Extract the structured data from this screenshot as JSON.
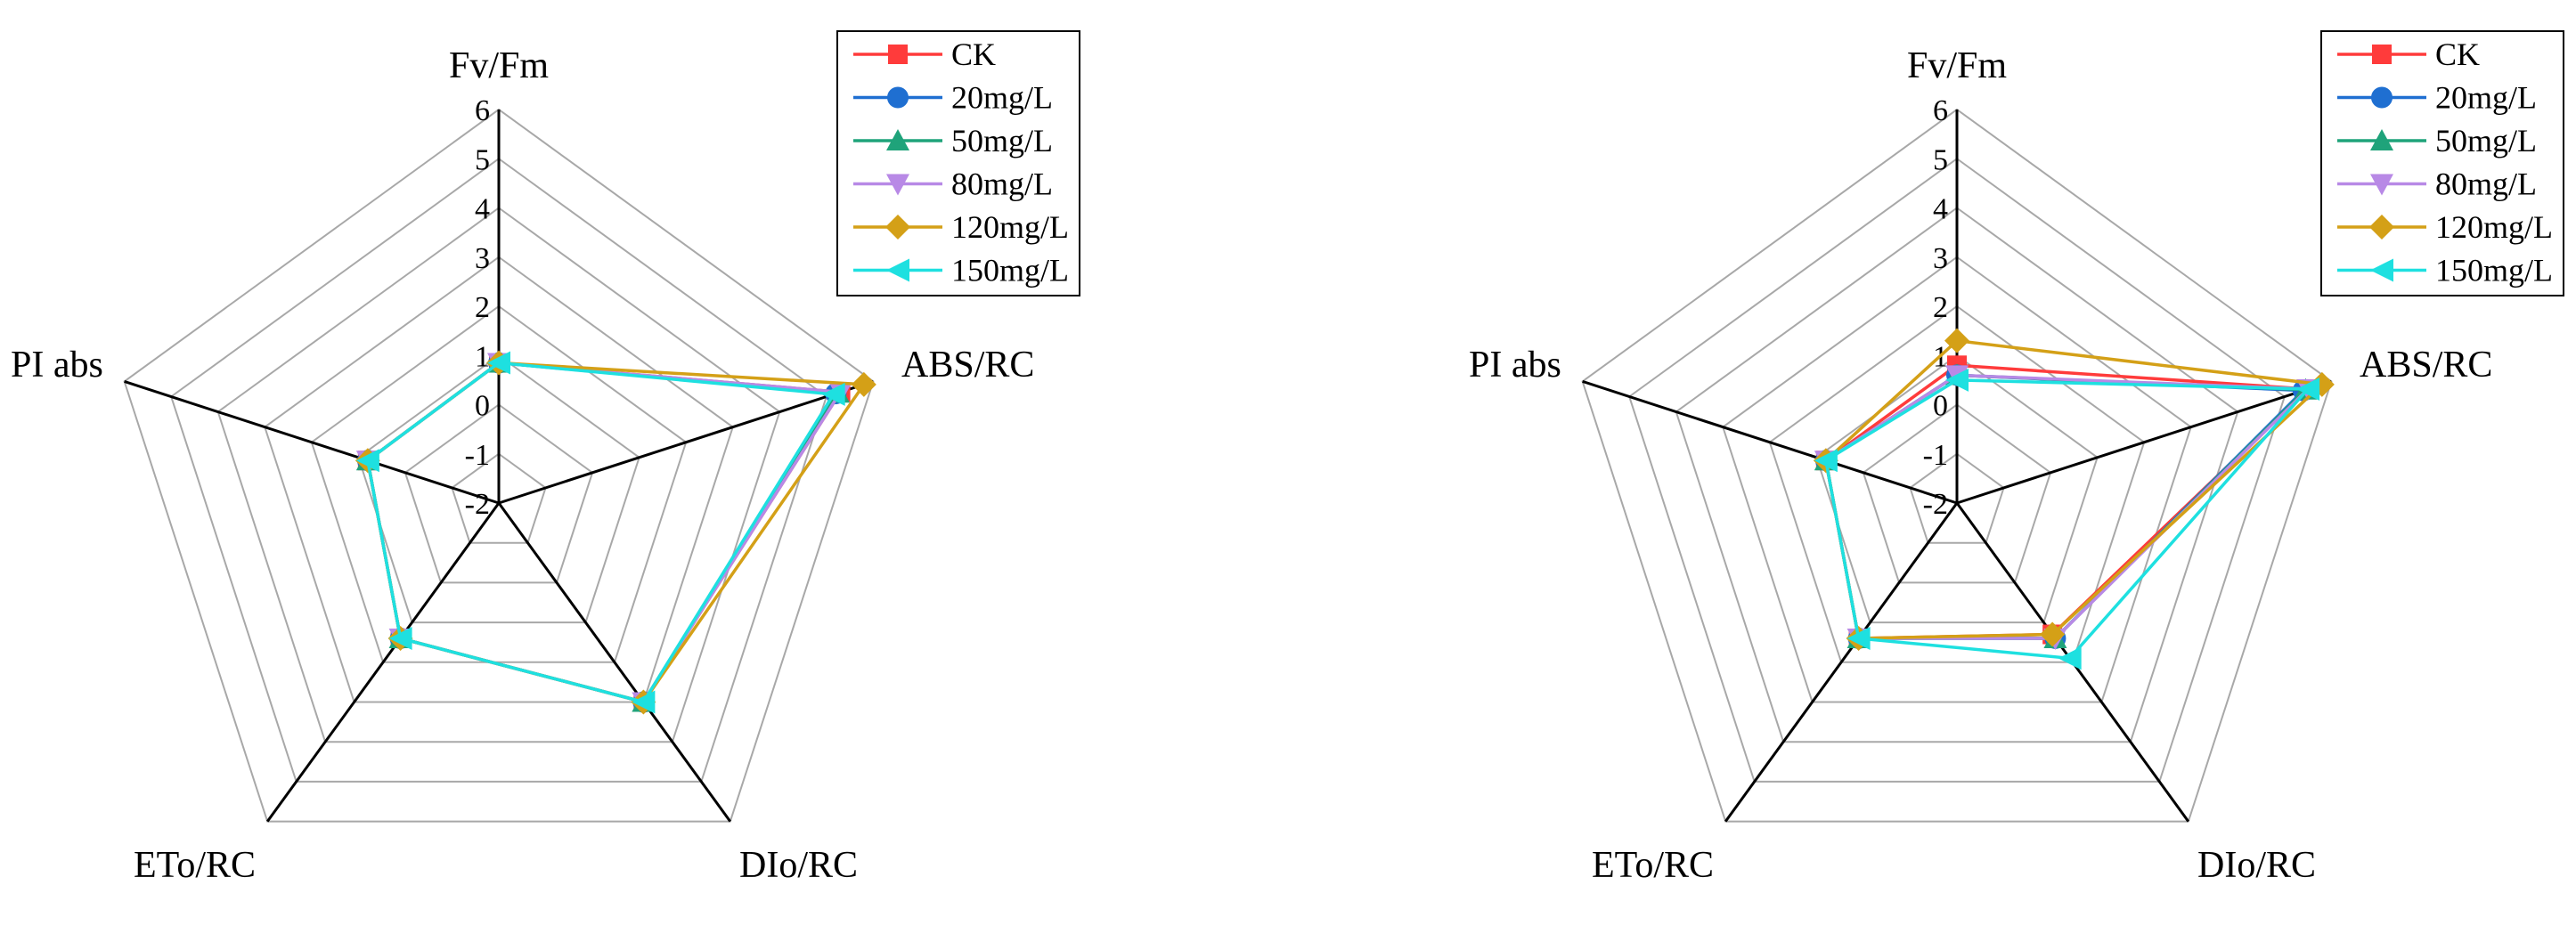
{
  "chart_data": [
    {
      "type": "radar",
      "title": "",
      "axes": [
        "Fv/Fm",
        "ABS/RC",
        "DIo/RC",
        "ETo/RC",
        "PI abs"
      ],
      "rlim": [
        -2,
        6
      ],
      "ticks": [
        "-2",
        "-1",
        "0",
        "1",
        "2",
        "3",
        "4",
        "5",
        "6"
      ],
      "grid": true,
      "legend": "top-right",
      "series": [
        {
          "name": "CK",
          "color": "#ff3b3b",
          "marker": "square",
          "values": [
            0.85,
            5.3,
            3.0,
            1.4,
            0.8
          ]
        },
        {
          "name": "20mg/L",
          "color": "#1f6fd1",
          "marker": "circle",
          "values": [
            0.85,
            5.2,
            3.0,
            1.4,
            0.8
          ]
        },
        {
          "name": "50mg/L",
          "color": "#1fa37a",
          "marker": "triangle-up",
          "values": [
            0.85,
            5.25,
            3.0,
            1.4,
            0.8
          ]
        },
        {
          "name": "80mg/L",
          "color": "#b889e6",
          "marker": "triangle-down",
          "values": [
            0.85,
            5.3,
            3.0,
            1.4,
            0.8
          ]
        },
        {
          "name": "120mg/L",
          "color": "#d4a017",
          "marker": "diamond",
          "values": [
            0.85,
            5.8,
            3.0,
            1.4,
            0.8
          ]
        },
        {
          "name": "150mg/L",
          "color": "#1ee0e0",
          "marker": "triangle-left",
          "values": [
            0.85,
            5.15,
            3.0,
            1.4,
            0.8
          ]
        }
      ]
    },
    {
      "type": "radar",
      "title": "",
      "axes": [
        "Fv/Fm",
        "ABS/RC",
        "DIo/RC",
        "ETo/RC",
        "PI abs"
      ],
      "rlim": [
        -2,
        6
      ],
      "ticks": [
        "-2",
        "-1",
        "0",
        "1",
        "2",
        "3",
        "4",
        "5",
        "6"
      ],
      "grid": true,
      "legend": "top-right",
      "series": [
        {
          "name": "CK",
          "color": "#ff3b3b",
          "marker": "square",
          "values": [
            0.8,
            5.5,
            1.3,
            1.4,
            0.8
          ]
        },
        {
          "name": "20mg/L",
          "color": "#1f6fd1",
          "marker": "circle",
          "values": [
            0.6,
            5.4,
            1.4,
            1.4,
            0.8
          ]
        },
        {
          "name": "50mg/L",
          "color": "#1fa37a",
          "marker": "triangle-up",
          "values": [
            0.6,
            5.45,
            1.4,
            1.4,
            0.8
          ]
        },
        {
          "name": "80mg/L",
          "color": "#b889e6",
          "marker": "triangle-down",
          "values": [
            0.6,
            5.5,
            1.4,
            1.4,
            0.8
          ]
        },
        {
          "name": "120mg/L",
          "color": "#d4a017",
          "marker": "diamond",
          "values": [
            1.3,
            5.8,
            1.3,
            1.4,
            0.8
          ]
        },
        {
          "name": "150mg/L",
          "color": "#1ee0e0",
          "marker": "triangle-left",
          "values": [
            0.5,
            5.5,
            1.9,
            1.4,
            0.8
          ]
        }
      ]
    }
  ]
}
